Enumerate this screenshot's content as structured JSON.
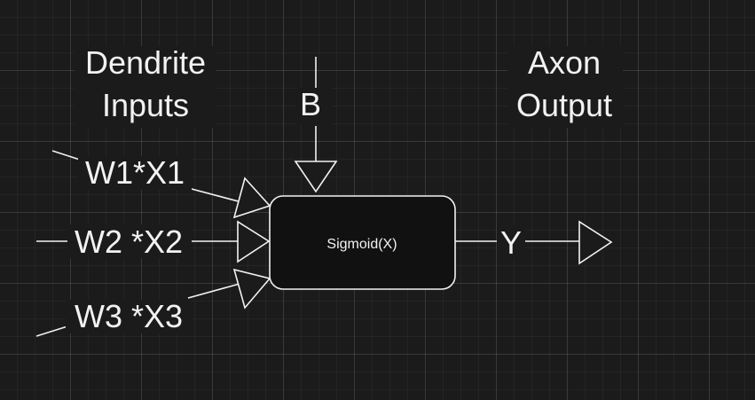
{
  "diagram": {
    "dendrite_title_line1": "Dendrite",
    "dendrite_title_line2": "Inputs",
    "axon_title_line1": "Axon",
    "axon_title_line2": "Output",
    "bias_label": "B",
    "input1_label": "W1*X1",
    "input2_label": "W2 *X2",
    "input3_label": "W3 *X3",
    "node_label": "Sigmoid(X)",
    "output_label": "Y"
  }
}
